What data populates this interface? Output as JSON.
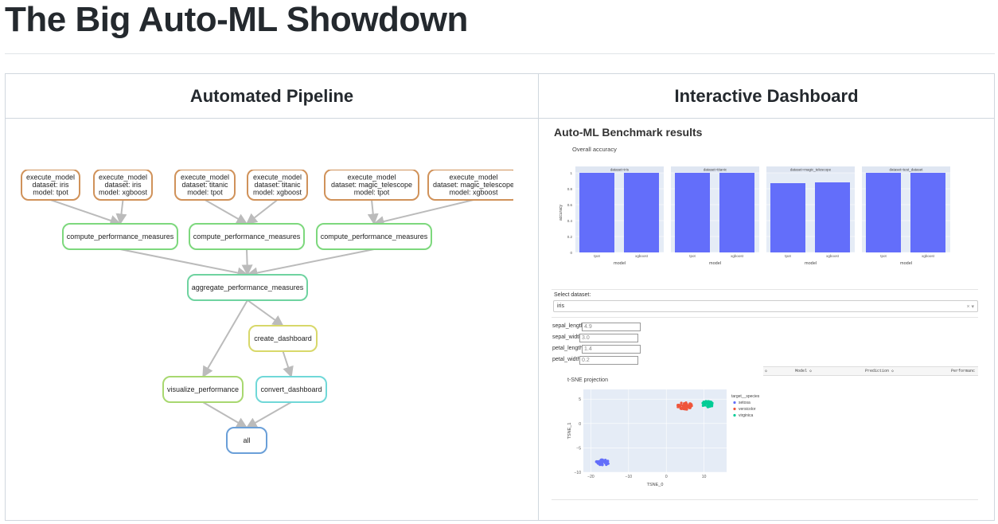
{
  "page": {
    "title": "The Big Auto-ML Showdown"
  },
  "table": {
    "headers": [
      "Automated Pipeline",
      "Interactive Dashboard"
    ]
  },
  "pipeline": {
    "nodes": [
      {
        "id": "e1",
        "lines": [
          "execute_model",
          "dataset: iris",
          "model: tpot"
        ],
        "color": "#d0925a"
      },
      {
        "id": "e2",
        "lines": [
          "execute_model",
          "dataset: iris",
          "model: xgboost"
        ],
        "color": "#d0925a"
      },
      {
        "id": "e3",
        "lines": [
          "execute_model",
          "dataset: titanic",
          "model: tpot"
        ],
        "color": "#d0925a"
      },
      {
        "id": "e4",
        "lines": [
          "execute_model",
          "dataset: titanic",
          "model: xgboost"
        ],
        "color": "#d0925a"
      },
      {
        "id": "e5",
        "lines": [
          "execute_model",
          "dataset: magic_telescope",
          "model: tpot"
        ],
        "color": "#d0925a"
      },
      {
        "id": "e6",
        "lines": [
          "execute_model",
          "dataset: magic_telescope",
          "model: xgboost"
        ],
        "color": "#d0925a"
      },
      {
        "id": "c1",
        "lines": [
          "compute_performance_measures"
        ],
        "color": "#7dd87d"
      },
      {
        "id": "c2",
        "lines": [
          "compute_performance_measures"
        ],
        "color": "#7dd87d"
      },
      {
        "id": "c3",
        "lines": [
          "compute_performance_measures"
        ],
        "color": "#7dd87d"
      },
      {
        "id": "agg",
        "lines": [
          "aggregate_performance_measures"
        ],
        "color": "#6fd3a0"
      },
      {
        "id": "cd",
        "lines": [
          "create_dashboard"
        ],
        "color": "#d8d86a"
      },
      {
        "id": "vp",
        "lines": [
          "visualize_performance"
        ],
        "color": "#a8d870"
      },
      {
        "id": "cv",
        "lines": [
          "convert_dashboard"
        ],
        "color": "#70d8d8"
      },
      {
        "id": "all",
        "lines": [
          "all"
        ],
        "color": "#6a9fd8"
      }
    ]
  },
  "dashboard": {
    "heading": "Auto-ML Benchmark results",
    "select_label": "Select dataset:",
    "select_value": "iris",
    "select_clear": "× ▾",
    "inputs": [
      {
        "label": "sepal_length:",
        "value": "4.9"
      },
      {
        "label": "sepal_width:",
        "value": "3.0"
      },
      {
        "label": "petal_length:",
        "value": "1.4"
      },
      {
        "label": "petal_width:",
        "value": "0.2"
      }
    ],
    "prediction_table_headers": [
      "◇",
      "Model ◇",
      "Prediction ◇",
      "Performanc"
    ],
    "colors": {
      "bar": "#636efa",
      "setosa": "#636efa",
      "versicolor": "#ef553b",
      "virginica": "#00cc96",
      "panel_bg": "#e5ecf6"
    }
  },
  "chart_data": [
    {
      "type": "bar",
      "title": "Overall accuracy",
      "ylabel": "accuracy",
      "xlabel": "model",
      "ylim": [
        0,
        1
      ],
      "yticks": [
        "0",
        "0.2",
        "0.4",
        "0.6",
        "0.8",
        "1"
      ],
      "panels": [
        {
          "name": "dataset=iris",
          "categories": [
            "tpot",
            "xgboost"
          ],
          "values": [
            1.0,
            1.0
          ]
        },
        {
          "name": "dataset=titanic",
          "categories": [
            "tpot",
            "xgboost"
          ],
          "values": [
            1.0,
            1.0
          ]
        },
        {
          "name": "dataset=magic_telescope",
          "categories": [
            "tpot",
            "xgboost"
          ],
          "values": [
            0.87,
            0.88
          ]
        },
        {
          "name": "dataset=test_dataset",
          "categories": [
            "tpot",
            "xgboost"
          ],
          "values": [
            1.0,
            1.0
          ]
        }
      ]
    },
    {
      "type": "scatter",
      "title": "t-SNE projection",
      "xlabel": "TSNE_0",
      "ylabel": "TSNE_1",
      "xlim": [
        -22,
        16
      ],
      "ylim": [
        -10,
        7
      ],
      "xticks": [
        -20,
        -10,
        0,
        10
      ],
      "yticks": [
        -10,
        -5,
        0,
        5
      ],
      "legend_title": "target__species",
      "series": [
        {
          "name": "setosa",
          "center": [
            -17,
            -8
          ],
          "spread": [
            3.5,
            1.2
          ],
          "count": 50
        },
        {
          "name": "versicolor",
          "center": [
            5,
            3.6
          ],
          "spread": [
            4,
            1.5
          ],
          "count": 50
        },
        {
          "name": "virginica",
          "center": [
            11,
            4
          ],
          "spread": [
            3,
            1.3
          ],
          "count": 50
        }
      ]
    }
  ]
}
